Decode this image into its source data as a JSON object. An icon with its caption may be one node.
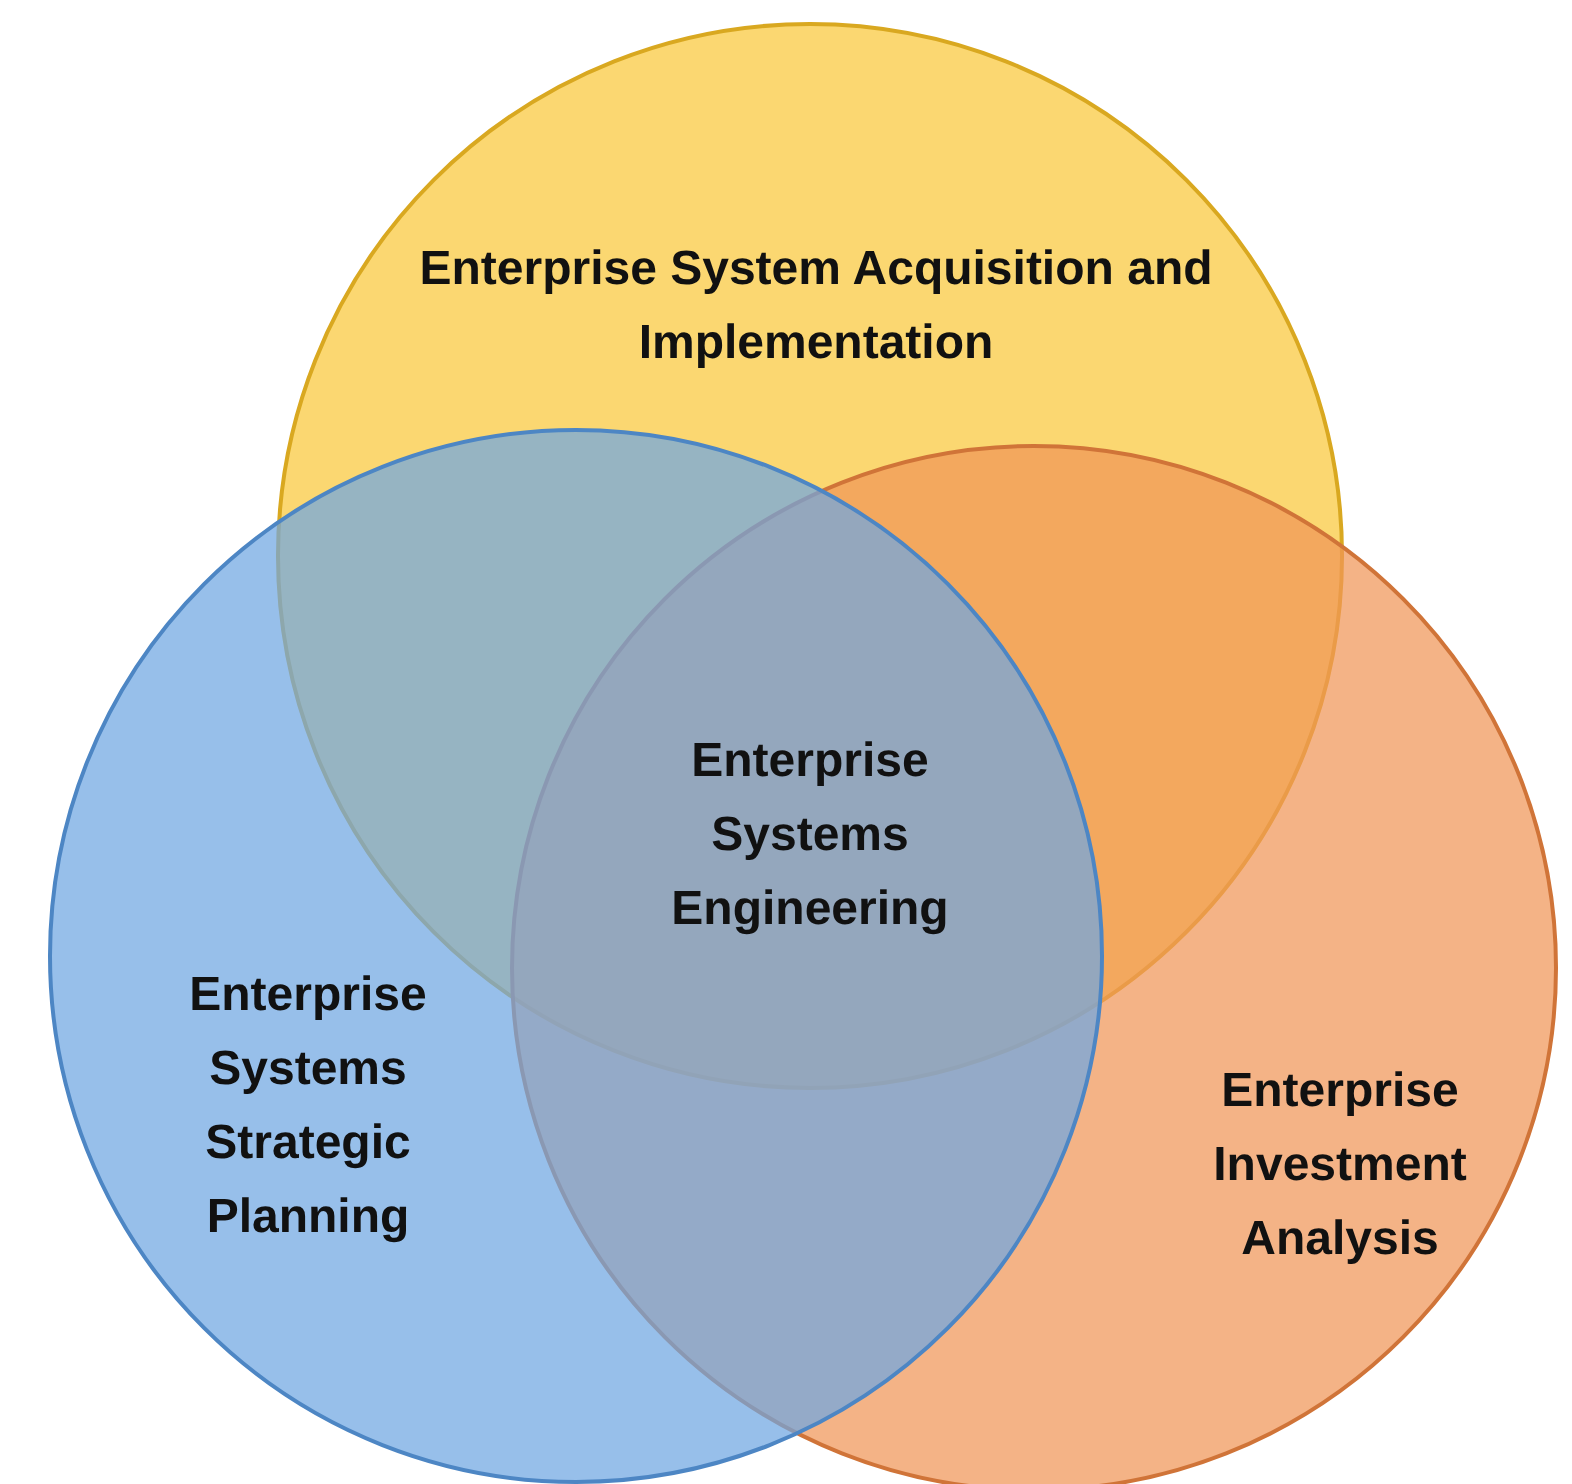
{
  "diagram": {
    "nodes": [
      {
        "text": [
          "Enterprise System Acquisition and Implementation"
        ]
      },
      {
        "text": [
          "Enterprise Systems Strategic Planning"
        ]
      },
      {
        "text": [
          "Enterprise Investment Analysis"
        ]
      }
    ],
    "labels": [
      "Enterprise Systems Engineering"
    ]
  }
}
